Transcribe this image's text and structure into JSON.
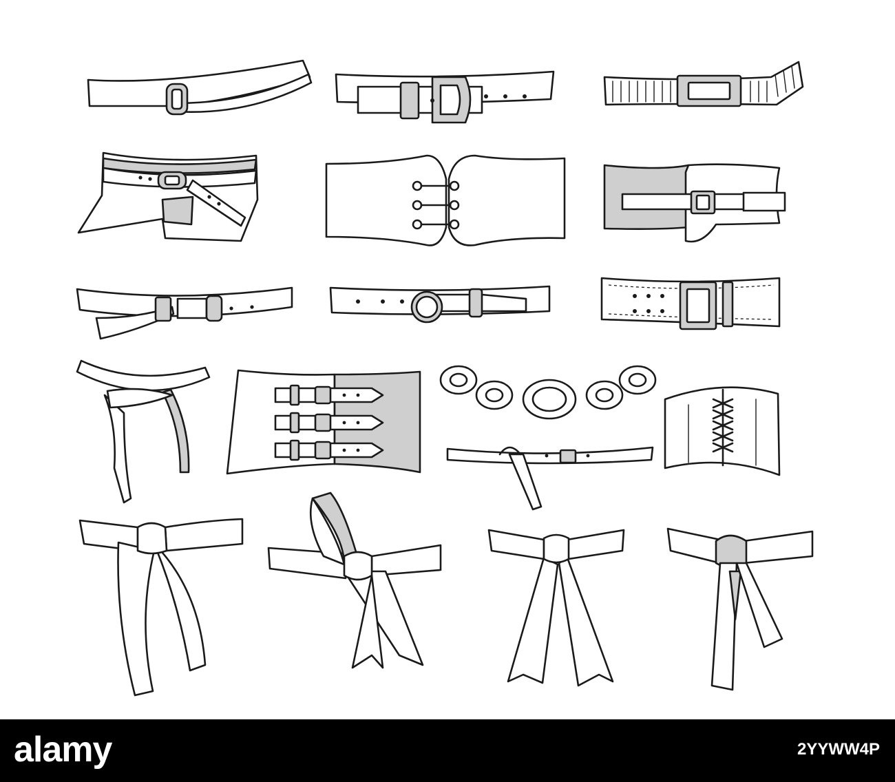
{
  "watermark": {
    "brand": "alamy",
    "image_id": "2YYWW4P",
    "colors": {
      "bar": "#000000",
      "text": "#ffffff"
    }
  },
  "illustration": {
    "style": "line-art",
    "colors": {
      "line": "#1a1a1a",
      "fill": "#ffffff",
      "accent": "#cfcfcf"
    },
    "items": [
      "thin-slide-buckle-belt",
      "round-buckle-belt",
      "ribbed-belt",
      "peplum-belt",
      "hook-clasp-waist-belt",
      "wide-buckle-belt",
      "skinny-belt",
      "ring-buckle-belt",
      "double-prong-belt",
      "knotted-belt",
      "triple-buckle-corset-belt",
      "concho-chain-belt",
      "lace-up-corset-belt",
      "loop-tie-belt",
      "bow-sash-belt",
      "bow-ribbon-belt",
      "bow-knot-belt",
      "knotted-sash-belt"
    ]
  }
}
